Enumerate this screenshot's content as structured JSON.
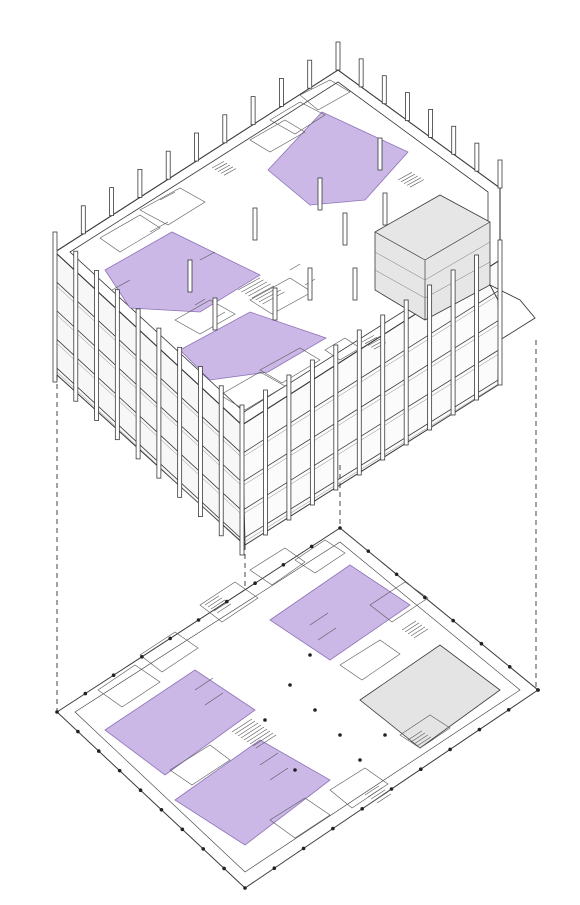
{
  "colors": {
    "background": "#ffffff",
    "line": "#3a3a3a",
    "highlight_fill": "#cbb8e6",
    "highlight_stroke": "#8e73b8",
    "atrium_fill": "#e4e4e4",
    "facade_fill": "#f7f7f7"
  },
  "views": {
    "axonometric": {
      "floors": 4,
      "highlighted_zones": 3
    },
    "plan": {
      "highlighted_zones": 3,
      "atrium": 1
    }
  }
}
